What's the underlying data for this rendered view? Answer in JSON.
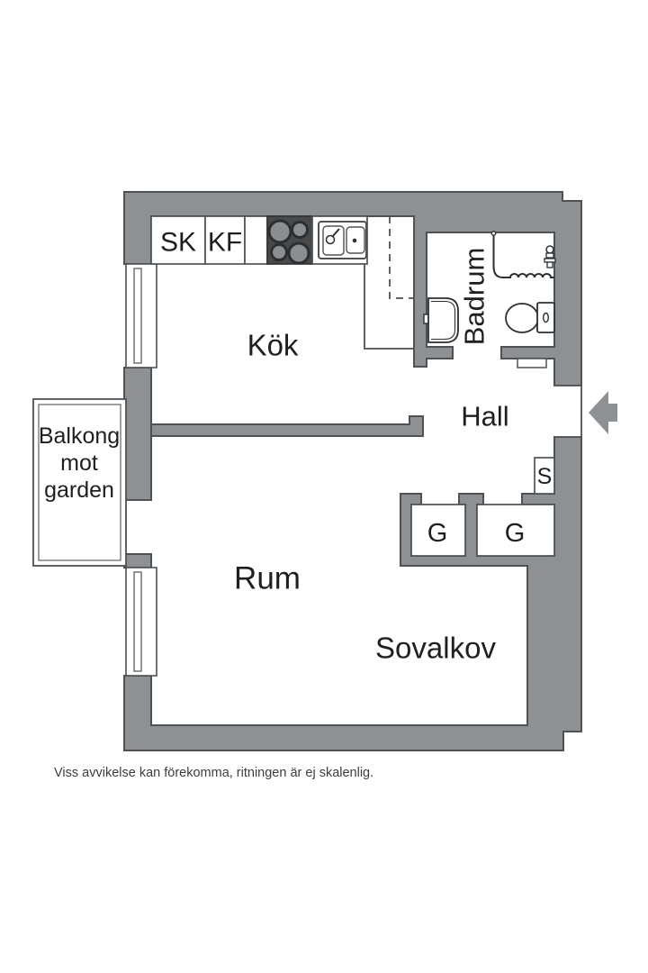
{
  "plan": {
    "rooms": {
      "kitchen": "Kök",
      "bathroom": "Badrum",
      "hall": "Hall",
      "living_room": "Rum",
      "sleeping_alcove": "Sovalkov"
    },
    "balcony": {
      "lines": [
        "Balkong",
        "mot",
        "garden"
      ]
    },
    "closets": {
      "s": "S",
      "g_left": "G",
      "g_right": "G"
    },
    "kitchen_units": {
      "tall_cabinet": "SK",
      "fridge_freezer": "KF"
    },
    "disclaimer": "Viss avvikelse kan förekomma, ritningen är ej skalenlig.",
    "colors": {
      "wall_fill": "#8e9194",
      "wall_outline": "#4e5254",
      "stove_fill": "#47494b",
      "text": "#1f1f1f",
      "background": "#ffffff"
    }
  }
}
